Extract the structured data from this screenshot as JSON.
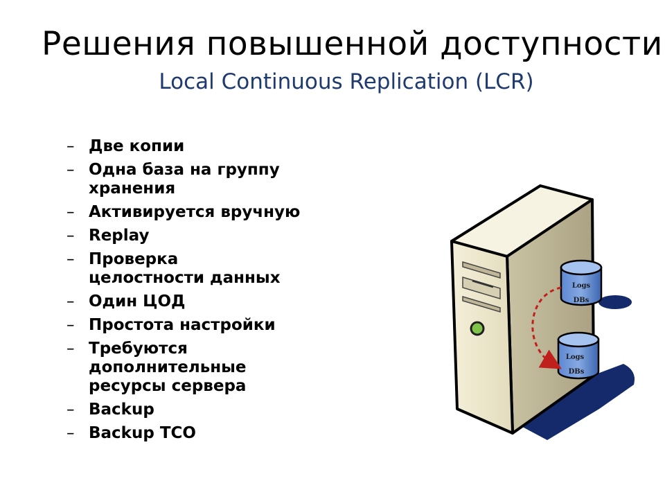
{
  "slide": {
    "title": "Решения повышенной доступности",
    "subtitle": "Local Continuous Replication (LCR)"
  },
  "bullets": [
    [
      "Две копии"
    ],
    [
      "Одна база на группу",
      "хранения"
    ],
    [
      "Активируется вручную"
    ],
    [
      "Replay"
    ],
    [
      "Проверка",
      "целостности данных"
    ],
    [
      "Один ЦОД"
    ],
    [
      "Простота настройки"
    ],
    [
      "Требуются",
      "дополнительные",
      "ресурсы сервера"
    ],
    [
      "Backup"
    ],
    [
      "Backup TCO"
    ]
  ],
  "bullet_marker": "–",
  "illustration": {
    "icon": "server-with-replicated-databases-icon",
    "db_top": {
      "line1": "Logs",
      "line2": "DBs"
    },
    "db_bottom": {
      "line1": "Logs",
      "line2": "DBs"
    },
    "colors": {
      "server_body": "#ede6c8",
      "server_shadow": "#152a6b",
      "db_fill": "#4f7bc6",
      "arrow": "#c0201c"
    }
  }
}
